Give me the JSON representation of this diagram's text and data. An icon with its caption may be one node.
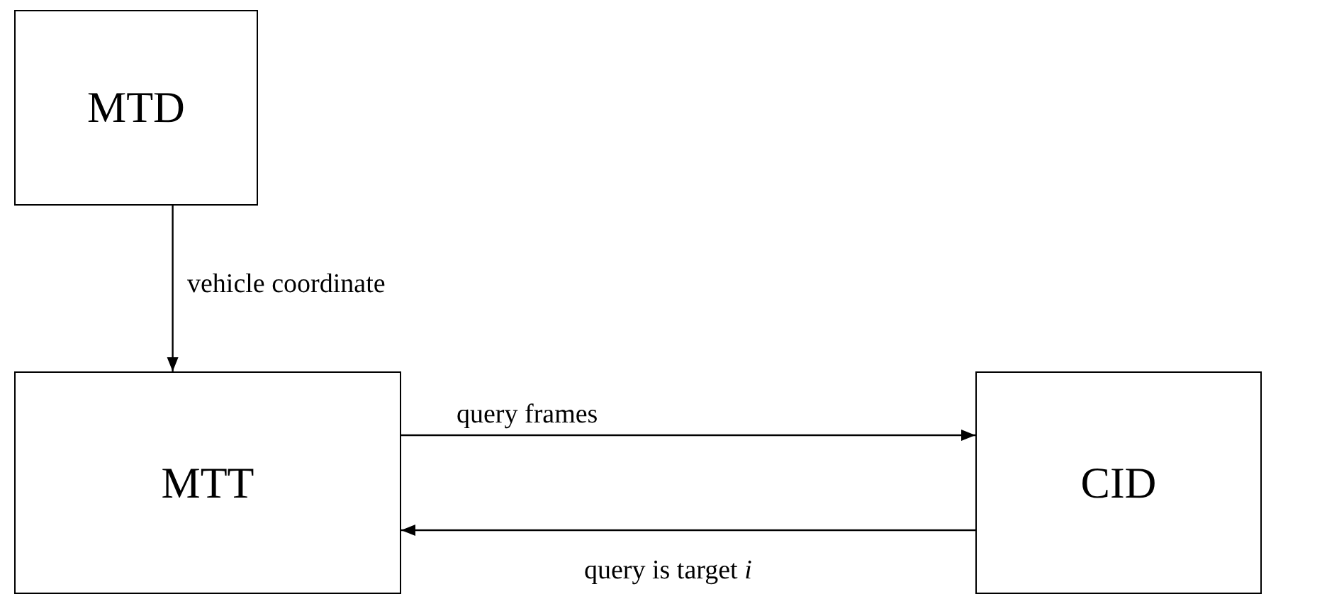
{
  "diagram": {
    "nodes": [
      {
        "text": [
          "MTD"
        ]
      },
      {
        "text": [
          "MTT"
        ]
      },
      {
        "text": [
          "CID"
        ]
      }
    ],
    "edges": [
      {
        "from": 0,
        "to": 1,
        "arrow": "to",
        "label": "vehicle coordinate"
      },
      {
        "from": 1,
        "to": 2,
        "arrow": "to",
        "label": "query frames"
      },
      {
        "from": 2,
        "to": 1,
        "arrow": "to",
        "label": "query is target *i*"
      }
    ]
  }
}
